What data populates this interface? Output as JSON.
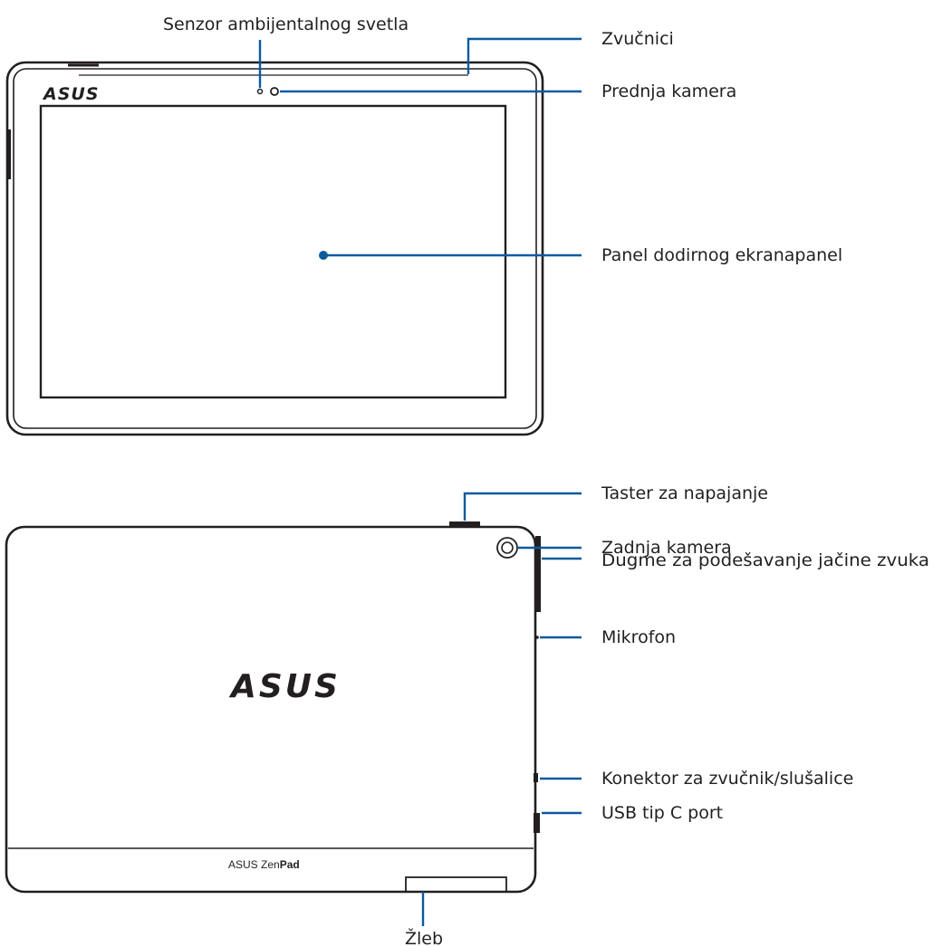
{
  "labels": {
    "ambient_light_sensor": "Senzor ambijentalnog svetla",
    "speakers": "Zvučnici",
    "front_camera": "Prednja kamera",
    "touch_screen_panel": "Panel dodirnog ekranapanel",
    "power_button": "Taster za napajanje",
    "rear_camera": "Zadnja kamera",
    "volume_button": "Dugme za podešavanje jačine zvuka",
    "microphone": "Mikrofon",
    "audio_jack": "Konektor za zvučnik/slušalice",
    "usb_port": "USB tip C port",
    "slot": "Žleb"
  },
  "branding": {
    "front_logo": "ASUS",
    "back_logo": "ASUS",
    "model_brand": "ASUS Zen",
    "model_name": "Pad"
  },
  "colors": {
    "leader_line": "#0a5aa0",
    "device_outline": "#231f20"
  }
}
